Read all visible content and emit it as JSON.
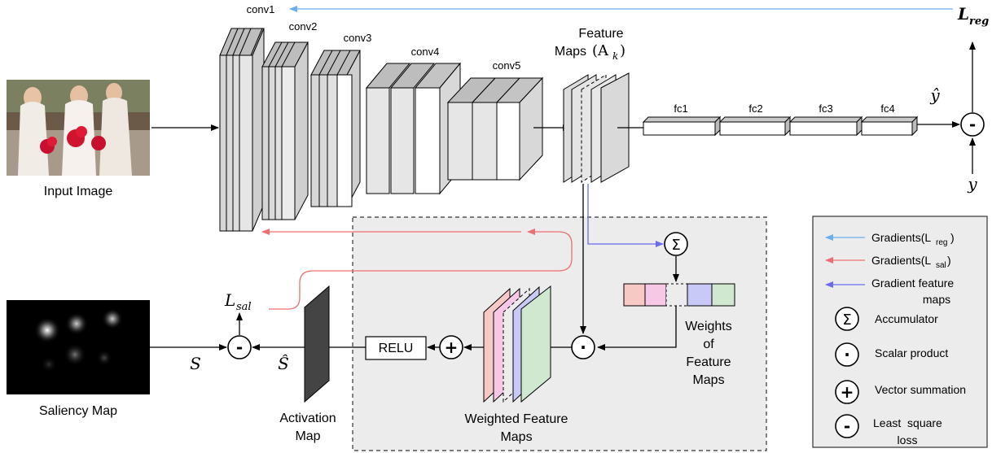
{
  "labels": {
    "input_image": "Input Image",
    "saliency_map": "Saliency Map",
    "conv1": "conv1",
    "conv2": "conv2",
    "conv3": "conv3",
    "conv4": "conv4",
    "conv5": "conv5",
    "feature_maps_line1": "Feature",
    "feature_maps_line2": "Maps",
    "feature_maps_sym": "(A",
    "feature_maps_sub": "k",
    "feature_maps_close": ")",
    "fc1": "fc1",
    "fc2": "fc2",
    "fc3": "fc3",
    "fc4": "fc4",
    "l_reg": "L",
    "l_reg_sub": "reg",
    "y_hat": "ŷ",
    "y": "y",
    "l_sal": "L",
    "l_sal_sub": "sal",
    "s": "S",
    "s_hat": "Ŝ",
    "relu": "RELU",
    "activation_line1": "Activation",
    "activation_line2": "Map",
    "weighted_line1": "Weighted Feature",
    "weighted_line2": "Maps",
    "weights_line1": "Weights",
    "weights_line2": "of",
    "weights_line3": "Feature",
    "weights_line4": "Maps",
    "sigma": "Σ",
    "dot": "·",
    "plus": "+",
    "minus": "-"
  },
  "legend": {
    "gradients_reg": "Gradients(L",
    "gradients_reg_sub": "reg",
    "gradients_reg_close": ")",
    "gradients_sal": "Gradients(L",
    "gradients_sal_sub": "sal",
    "gradients_sal_close": ")",
    "gradient_fm_line1": "Gradient feature",
    "gradient_fm_line2": "maps",
    "accumulator": "Accumulator",
    "scalar_product": "Scalar product",
    "vector_summation": "Vector summation",
    "lsl_line1": "Least  square",
    "lsl_line2": "loss",
    "sigma": "Σ",
    "dot": "·",
    "plus": "+",
    "minus": "-"
  },
  "colors": {
    "grad_reg": "#6aaef0",
    "grad_sal": "#ee6f6f",
    "grad_fm": "#6b6bef",
    "weight_red": "#f6c9c4",
    "weight_pink": "#f7c8e6",
    "weight_blue": "#c9c9f7",
    "weight_green": "#cfe8cf",
    "panel_bg": "#ececec",
    "activation": "#444444"
  }
}
